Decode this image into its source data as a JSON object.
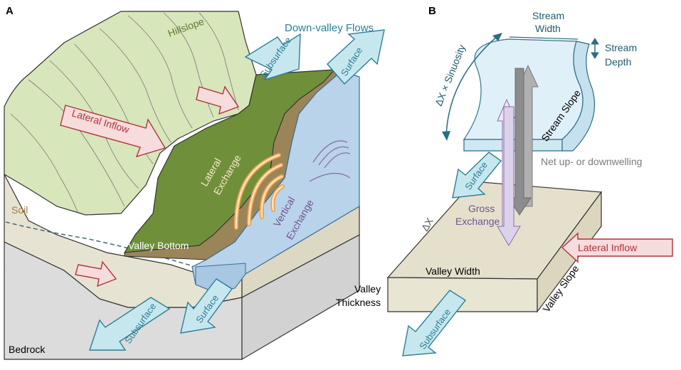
{
  "panel_a": {
    "label": "A",
    "hillslope": "Hillslope",
    "down_valley_flows": "Down-valley Flows",
    "subsurface_top": "Subsurface",
    "surface_top": "Surface",
    "lateral_inflow": "Lateral Inflow",
    "lateral_exchange_1": "Lateral",
    "lateral_exchange_2": "Exchange",
    "vertical_exchange_1": "Vertical",
    "vertical_exchange_2": "Exchange",
    "soil": "Soil",
    "valley_bottom": "Valley Bottom",
    "subsurface_bottom": "Subsurface",
    "surface_bottom": "Surface",
    "bedrock": "Bedrock"
  },
  "panel_b": {
    "label": "B",
    "stream_width_1": "Stream",
    "stream_width_2": "Width",
    "stream_depth_1": "Stream",
    "stream_depth_2": "Depth",
    "sinuosity": "ΔX × Sinuosity",
    "stream_slope": "Stream Slope",
    "surface": "Surface",
    "net_updown": "Net up- or downwelling",
    "gross_exchange_1": "Gross",
    "gross_exchange_2": "Exchange",
    "delta_x": "ΔX",
    "lateral_inflow": "Lateral Inflow",
    "valley_width": "Valley Width",
    "valley_slope": "Valley Slope",
    "valley_thickness_1": "Valley",
    "valley_thickness_2": "Thickness",
    "subsurface": "Subsurface"
  },
  "colors": {
    "hillslope": "#d8e6bb",
    "valley_bottom": "#6f8f3a",
    "soil": "#e7e3d2",
    "bedrock": "#dcdcdc",
    "stream": "#b9d3ea",
    "blue_arrow": "#c7e7ef",
    "blue_text": "#2b7f98",
    "red_arrow": "#f6dcdc",
    "red_text": "#b0343c",
    "purple": "#8a6fa8",
    "orange": "#f0a04a",
    "gray": "#8c8c8c",
    "valley_block": "#e5e0cc"
  }
}
